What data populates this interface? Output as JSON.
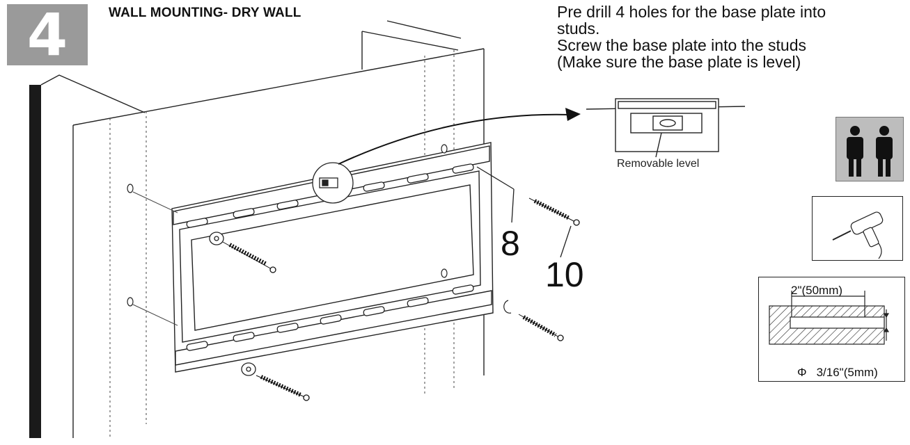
{
  "step": {
    "number": "4"
  },
  "heading": "WALL MOUNTING- DRY WALL",
  "instructions": [
    "Pre drill 4 holes for the base plate into",
    "studs.",
    "Screw the base plate into the studs",
    "(Make sure the base plate is level)"
  ],
  "level_caption": "Removable level",
  "callouts": {
    "part_8": "8",
    "part_10": "10"
  },
  "hole_spec": {
    "depth": "2\"(50mm)",
    "diameter_symbol": "Φ",
    "diameter": "3/16\"(5mm)"
  },
  "icons": {
    "people": "two-people-icon",
    "drill": "power-drill-icon",
    "hole": "drill-hole-section-icon"
  },
  "colors": {
    "badge": "#9a9a9a",
    "people_box": "#bdbdbd",
    "line": "#222222"
  }
}
